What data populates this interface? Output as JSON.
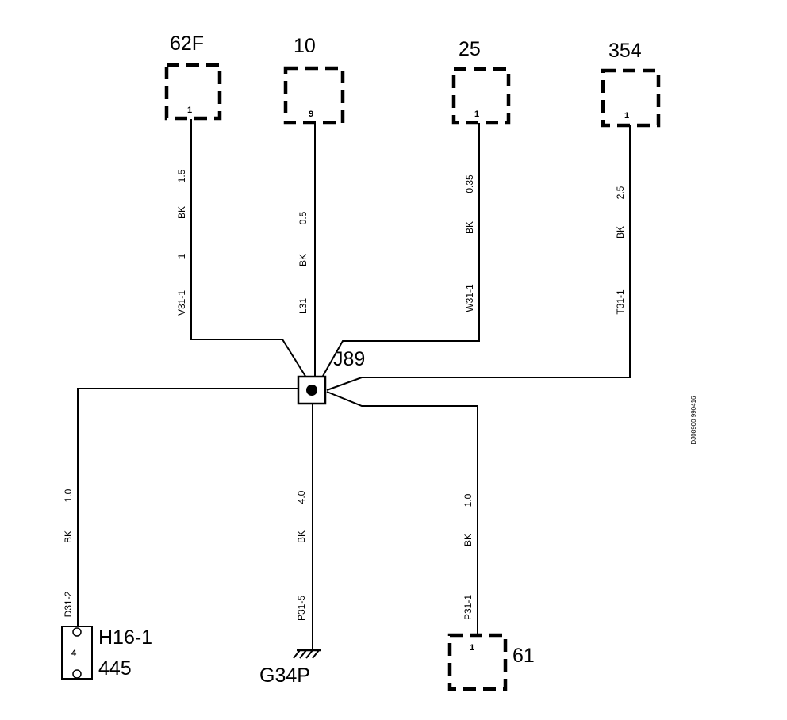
{
  "splice": {
    "label": "J89"
  },
  "components": {
    "c62f": {
      "label": "62F",
      "pin": "1"
    },
    "c10": {
      "label": "10",
      "pin": "9"
    },
    "c25": {
      "label": "25",
      "pin": "1"
    },
    "c354": {
      "label": "354",
      "pin": "1"
    },
    "c61": {
      "label": "61",
      "pin": "1"
    },
    "h16": {
      "label": "H16-1",
      "sublabel": "445",
      "pin": "4"
    },
    "ground": {
      "label": "G34P"
    }
  },
  "wires": {
    "w62f": {
      "size": "1.5",
      "color": "BK",
      "extra": "1",
      "circuit": "V31-1"
    },
    "w10": {
      "size": "0.5",
      "color": "BK",
      "circuit": "L31"
    },
    "w25": {
      "size": "0.35",
      "color": "BK",
      "circuit": "W31-1"
    },
    "w354": {
      "size": "2.5",
      "color": "BK",
      "circuit": "T31-1"
    },
    "wh16": {
      "size": "1.0",
      "color": "BK",
      "circuit": "D31-2"
    },
    "wgnd": {
      "size": "4.0",
      "color": "BK",
      "circuit": "P31-5"
    },
    "w61": {
      "size": "1.0",
      "color": "BK",
      "circuit": "P31-1"
    }
  },
  "document_code": "DJ08900 990416"
}
